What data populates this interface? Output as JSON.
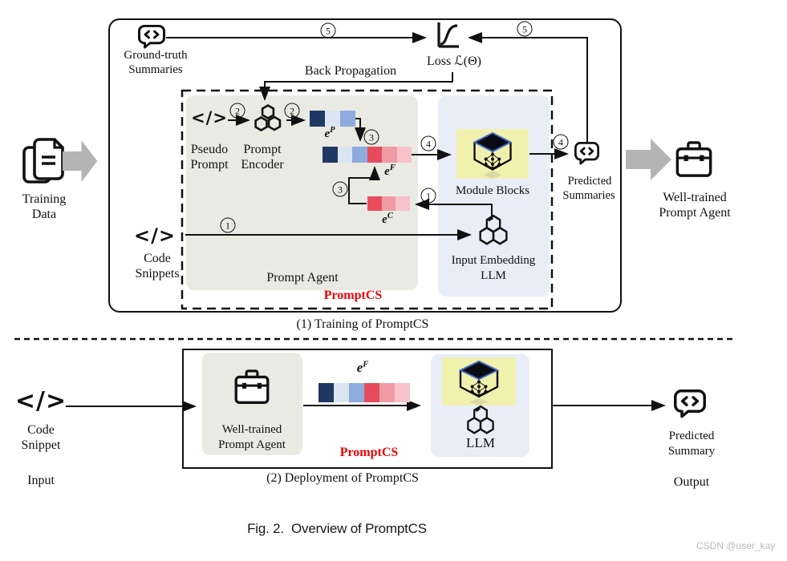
{
  "figure": {
    "caption": "Fig. 2.  Overview of PromptCS",
    "watermark": "CSDN @user_kay"
  },
  "icons": {
    "code_glyph": "</>"
  },
  "steps": {
    "one": "1",
    "two": "2",
    "three": "3",
    "four": "4",
    "five": "5"
  },
  "colors": {
    "ink": "#111111",
    "accent_red": "#EE0000",
    "panel_gray": "#E9EBE3",
    "panel_blue": "#E8EDF8",
    "module_yellow": "#F1F1AE",
    "big_arrow_gray": "#B4B4B4",
    "navy": "#1F3864",
    "pale_blue": "#DBE5F1",
    "mid_blue": "#8FAADC",
    "red": "#E64C5C",
    "pink": "#F09AA4",
    "light_pink": "#F6C3CA"
  },
  "embeddings": {
    "eP": {
      "base": "e",
      "sup": "P",
      "colors": [
        "#1F3864",
        "#DBE5F1",
        "#8FAADC"
      ]
    },
    "eF": {
      "base": "e",
      "sup": "F",
      "colors": [
        "#1F3864",
        "#DBE5F1",
        "#8FAADC",
        "#E64C5C",
        "#F09AA4",
        "#F6C3CA"
      ]
    },
    "eC": {
      "base": "e",
      "sup": "C",
      "colors": [
        "#E64C5C",
        "#F09AA4",
        "#F6C3CA"
      ]
    },
    "eF_deploy": {
      "base": "e",
      "sup": "F",
      "colors": [
        "#1F3864",
        "#DBE5F1",
        "#8FAADC",
        "#E64C5C",
        "#F09AA4",
        "#F6C3CA"
      ]
    }
  },
  "training": {
    "caption": "(1) Training of PromptCS",
    "ground_truth_line1": "Ground-truth",
    "ground_truth_line2": "Summaries",
    "loss_label": "Loss ℒ(Θ)",
    "back_propagation": "Back Propagation",
    "training_data_line1": "Training",
    "training_data_line2": "Data",
    "pseudo_line1": "Pseudo",
    "pseudo_line2": "Prompt",
    "encoder_line1": "Prompt",
    "encoder_line2": "Encoder",
    "code_line1": "Code",
    "code_line2": "Snippets",
    "prompt_agent": "Prompt Agent",
    "promptcs": "PromptCS",
    "module_blocks": "Module Blocks",
    "input_embedding_line1": "Input Embedding",
    "input_embedding_line2": "LLM",
    "predicted_line1": "Predicted",
    "predicted_line2": "Summaries",
    "well_trained_line1": "Well-trained",
    "well_trained_line2": "Prompt Agent"
  },
  "deployment": {
    "caption": "(2) Deployment of PromptCS",
    "code_line1": "Code",
    "code_line2": "Snippet",
    "input_label": "Input",
    "well_trained_line1": "Well-trained",
    "well_trained_line2": "Prompt Agent",
    "promptcs": "PromptCS",
    "llm_label": "LLM",
    "predicted_line1": "Predicted",
    "predicted_line2": "Summary",
    "output_label": "Output"
  }
}
